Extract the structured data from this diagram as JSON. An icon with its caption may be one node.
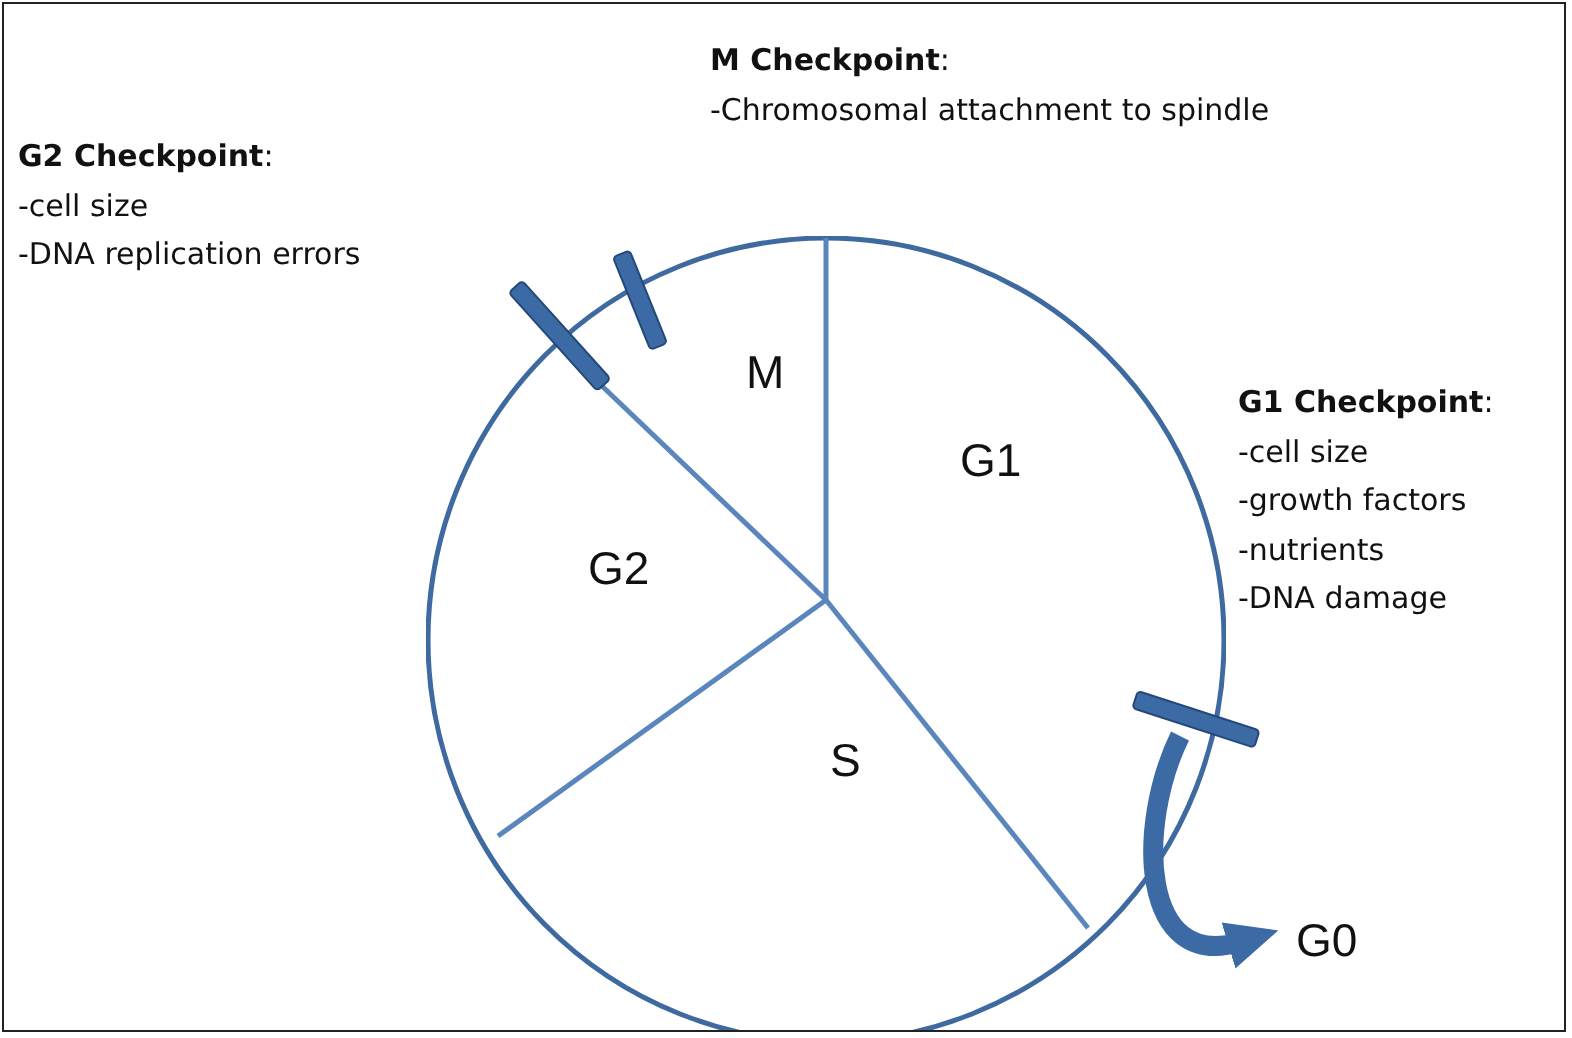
{
  "diagram": {
    "nodes": [
      {
        "text": [
          "**M Checkpoint**:",
          "-Chromosomal attachment to spindle"
        ]
      },
      {
        "text": [
          "**G2 Checkpoint**:",
          "-cell size",
          "-DNA replication errors"
        ]
      },
      {
        "text": [],
        "shape": "bar",
        "in": 4
      },
      {
        "text": [],
        "shape": "bar",
        "in": 4
      },
      {
        "text": [],
        "shape": "circle"
      },
      {
        "text": [
          "M"
        ],
        "in": 4
      },
      {
        "text": [
          "G1"
        ],
        "in": 4
      },
      {
        "text": [
          "G2"
        ],
        "in": 4
      },
      {
        "text": [
          "**G1 Checkpoint**:",
          "-cell size",
          "-growth factors",
          "-nutrients",
          "-DNA damage"
        ]
      },
      {
        "text": [],
        "shape": "bar",
        "in": 4
      },
      {
        "text": [
          "S"
        ],
        "in": 4
      },
      {
        "text": [
          "G0"
        ]
      }
    ],
    "edges": [
      {
        "from": 9,
        "to": 11,
        "arrow": "to"
      }
    ]
  }
}
